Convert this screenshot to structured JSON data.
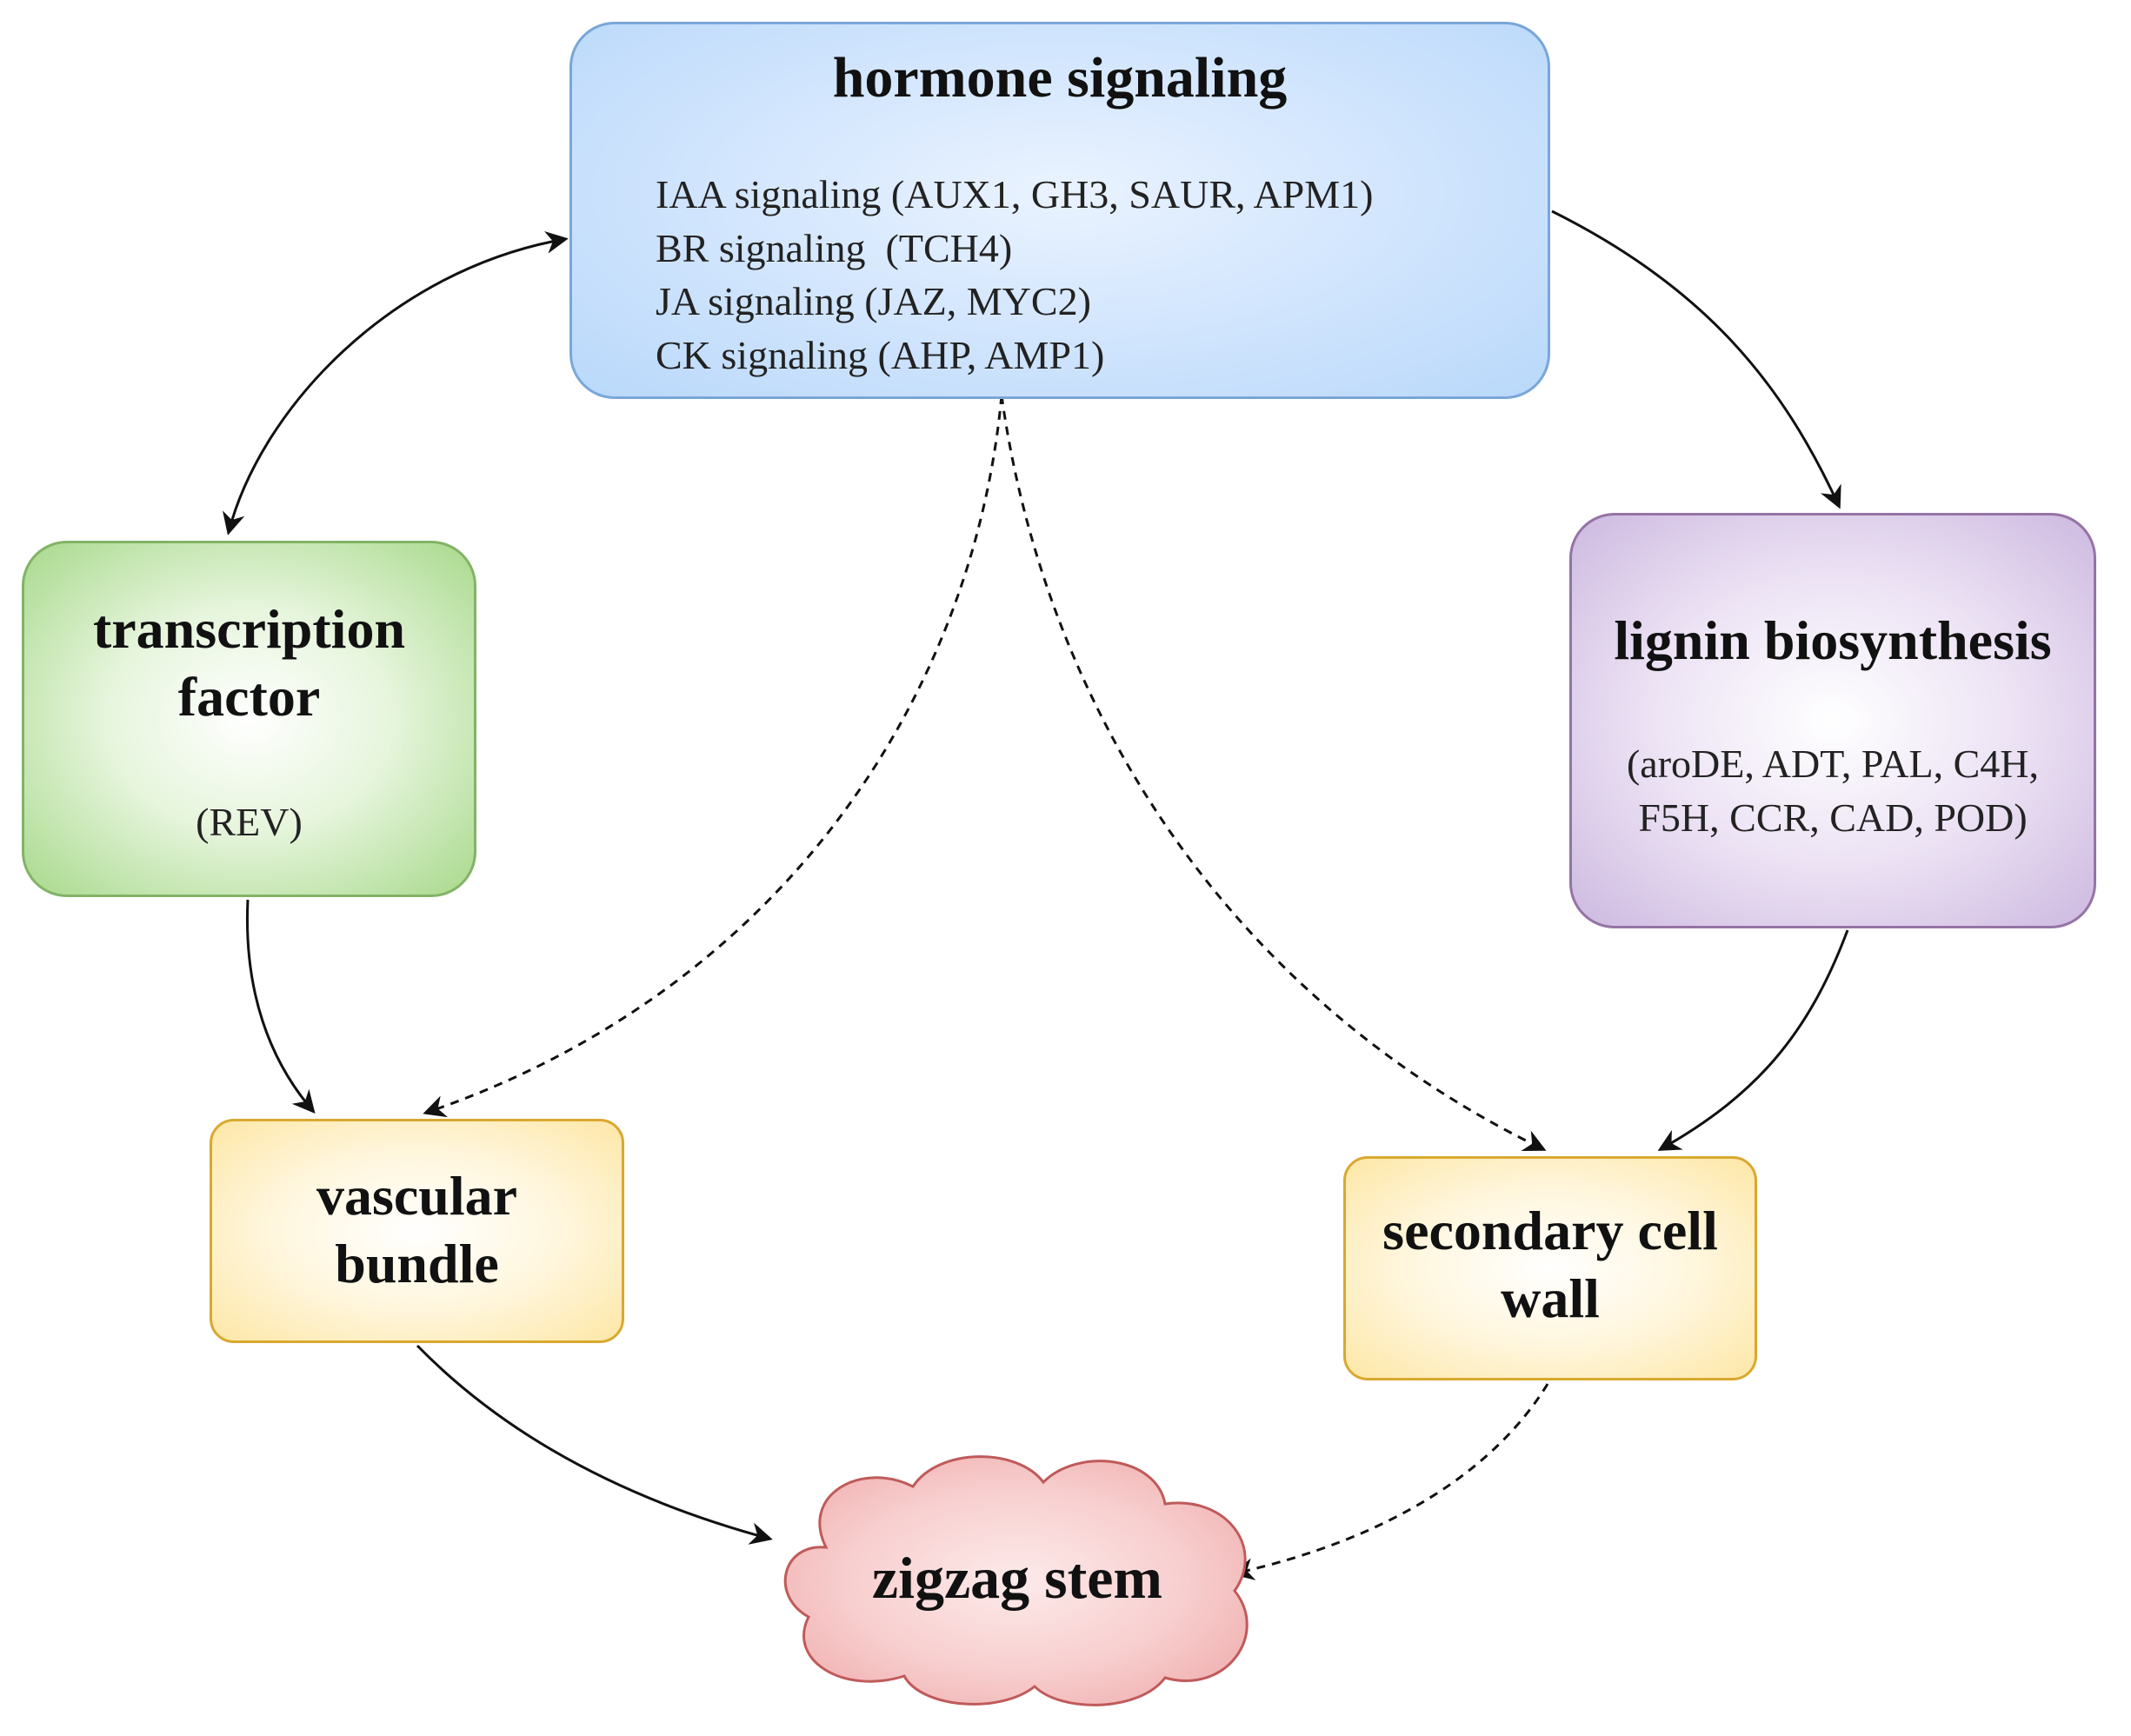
{
  "nodes": {
    "hormone": {
      "title": "hormone signaling",
      "lines": [
        "IAA signaling (AUX1, GH3, SAUR, APM1)",
        "BR signaling  (TCH4)",
        "JA signaling (JAZ, MYC2)",
        "CK signaling (AHP, AMP1)"
      ],
      "color": "#cfe4fd"
    },
    "transcription": {
      "title": "transcription\nfactor",
      "detail": "(REV)",
      "color": "#d5efc6"
    },
    "lignin": {
      "title": "lignin biosynthesis",
      "detail_lines": [
        "(aroDE, ADT, PAL, C4H,",
        "F5H, CCR, CAD, POD)"
      ],
      "color": "#e4d7ef"
    },
    "vascular": {
      "title": "vascular\nbundle",
      "color": "#fff0c6"
    },
    "wall": {
      "title": "secondary cell\nwall",
      "color": "#fff0c6"
    },
    "stem": {
      "title": "zigzag stem",
      "color": "#f7caca"
    }
  },
  "edges": [
    {
      "from": "transcription",
      "to": "hormone",
      "style": "solid",
      "direction": "both"
    },
    {
      "from": "hormone",
      "to": "lignin",
      "style": "solid",
      "direction": "forward"
    },
    {
      "from": "hormone",
      "to": "vascular",
      "style": "dashed",
      "direction": "forward"
    },
    {
      "from": "hormone",
      "to": "wall",
      "style": "dashed",
      "direction": "forward"
    },
    {
      "from": "transcription",
      "to": "vascular",
      "style": "solid",
      "direction": "forward"
    },
    {
      "from": "lignin",
      "to": "wall",
      "style": "solid",
      "direction": "forward"
    },
    {
      "from": "vascular",
      "to": "stem",
      "style": "solid",
      "direction": "forward"
    },
    {
      "from": "wall",
      "to": "stem",
      "style": "dashed",
      "direction": "forward"
    }
  ]
}
